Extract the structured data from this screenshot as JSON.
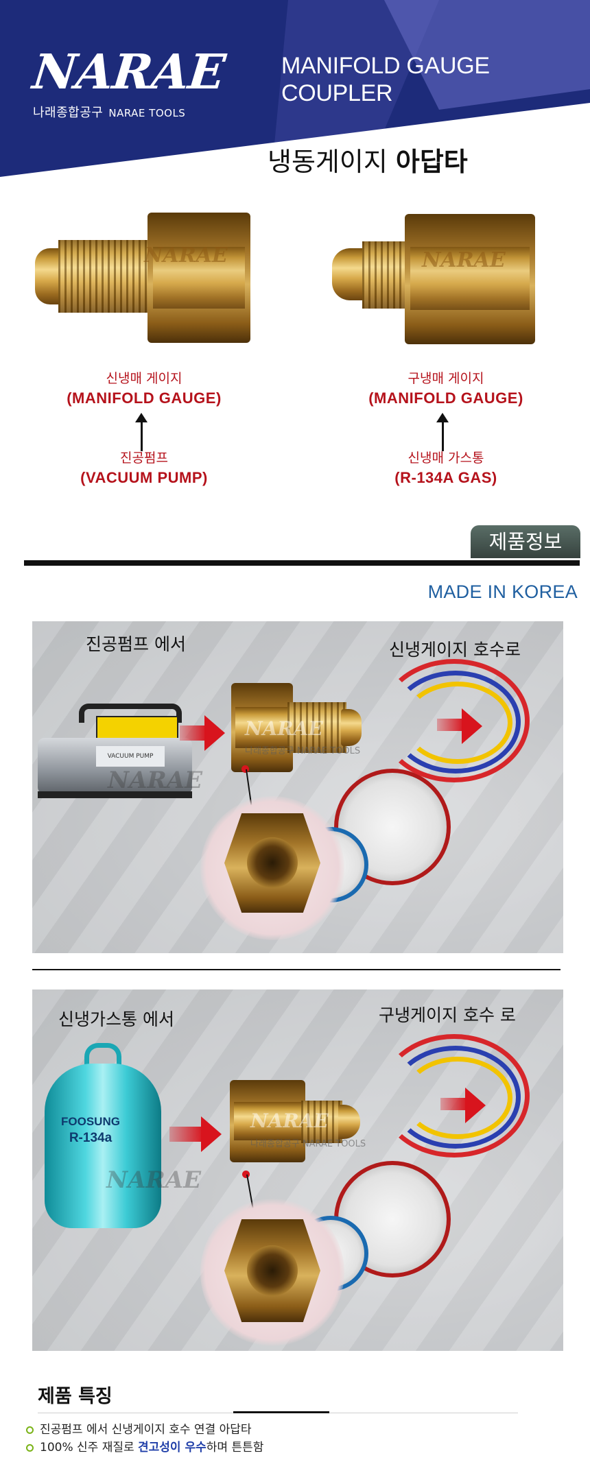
{
  "header": {
    "brand": "NARAE",
    "brand_sub_ko": "나래종합공구",
    "brand_sub_en": "NARAE TOOLS",
    "title_line1": "MANIFOLD GAUGE",
    "title_line2": "COUPLER",
    "subtitle_normal": "냉동게이지 ",
    "subtitle_bold": "아답타"
  },
  "fittings": [
    {
      "watermark": "NARAE",
      "top_ko": "신냉매 게이지",
      "top_en": "(MANIFOLD GAUGE)",
      "bottom_ko": "진공펌프",
      "bottom_en": "(VACUUM PUMP)"
    },
    {
      "watermark": "NARAE",
      "top_ko": "구냉매 게이지",
      "top_en": "(MANIFOLD GAUGE)",
      "bottom_ko": "신냉매 가스통",
      "bottom_en": "(R-134A GAS)"
    }
  ],
  "info_tab": "제품정보",
  "made_in": "MADE IN KOREA",
  "panels": [
    {
      "left_caption": "진공펌프 에서",
      "right_caption": "신냉게이지 호수로",
      "watermark": "NARAE",
      "watermark_sub": "나래종합공구  NARAE TOOLS",
      "device_label": "VACUUM PUMP"
    },
    {
      "left_caption": "신냉가스통 에서",
      "right_caption": "구냉게이지 호수 로",
      "watermark": "NARAE",
      "watermark_sub": "나래종합공구  NARAE TOOLS",
      "can_brand": "FOOSUNG",
      "can_label": "R-134a"
    }
  ],
  "features": {
    "title": "제품 특징",
    "item1": "진공펌프 에서 신냉게이지 호수 연결 아답타",
    "item2_pre": "100% 신주 재질로 ",
    "item2_hl": "견고성이 우수",
    "item2_post": "하며 튼튼함"
  },
  "colors": {
    "banner": "#1d2b7a",
    "label_red": "#b5121b",
    "made_in_blue": "#1f5fa0",
    "tab_green": "#4a5a55",
    "bullet_green": "#7ab317"
  }
}
